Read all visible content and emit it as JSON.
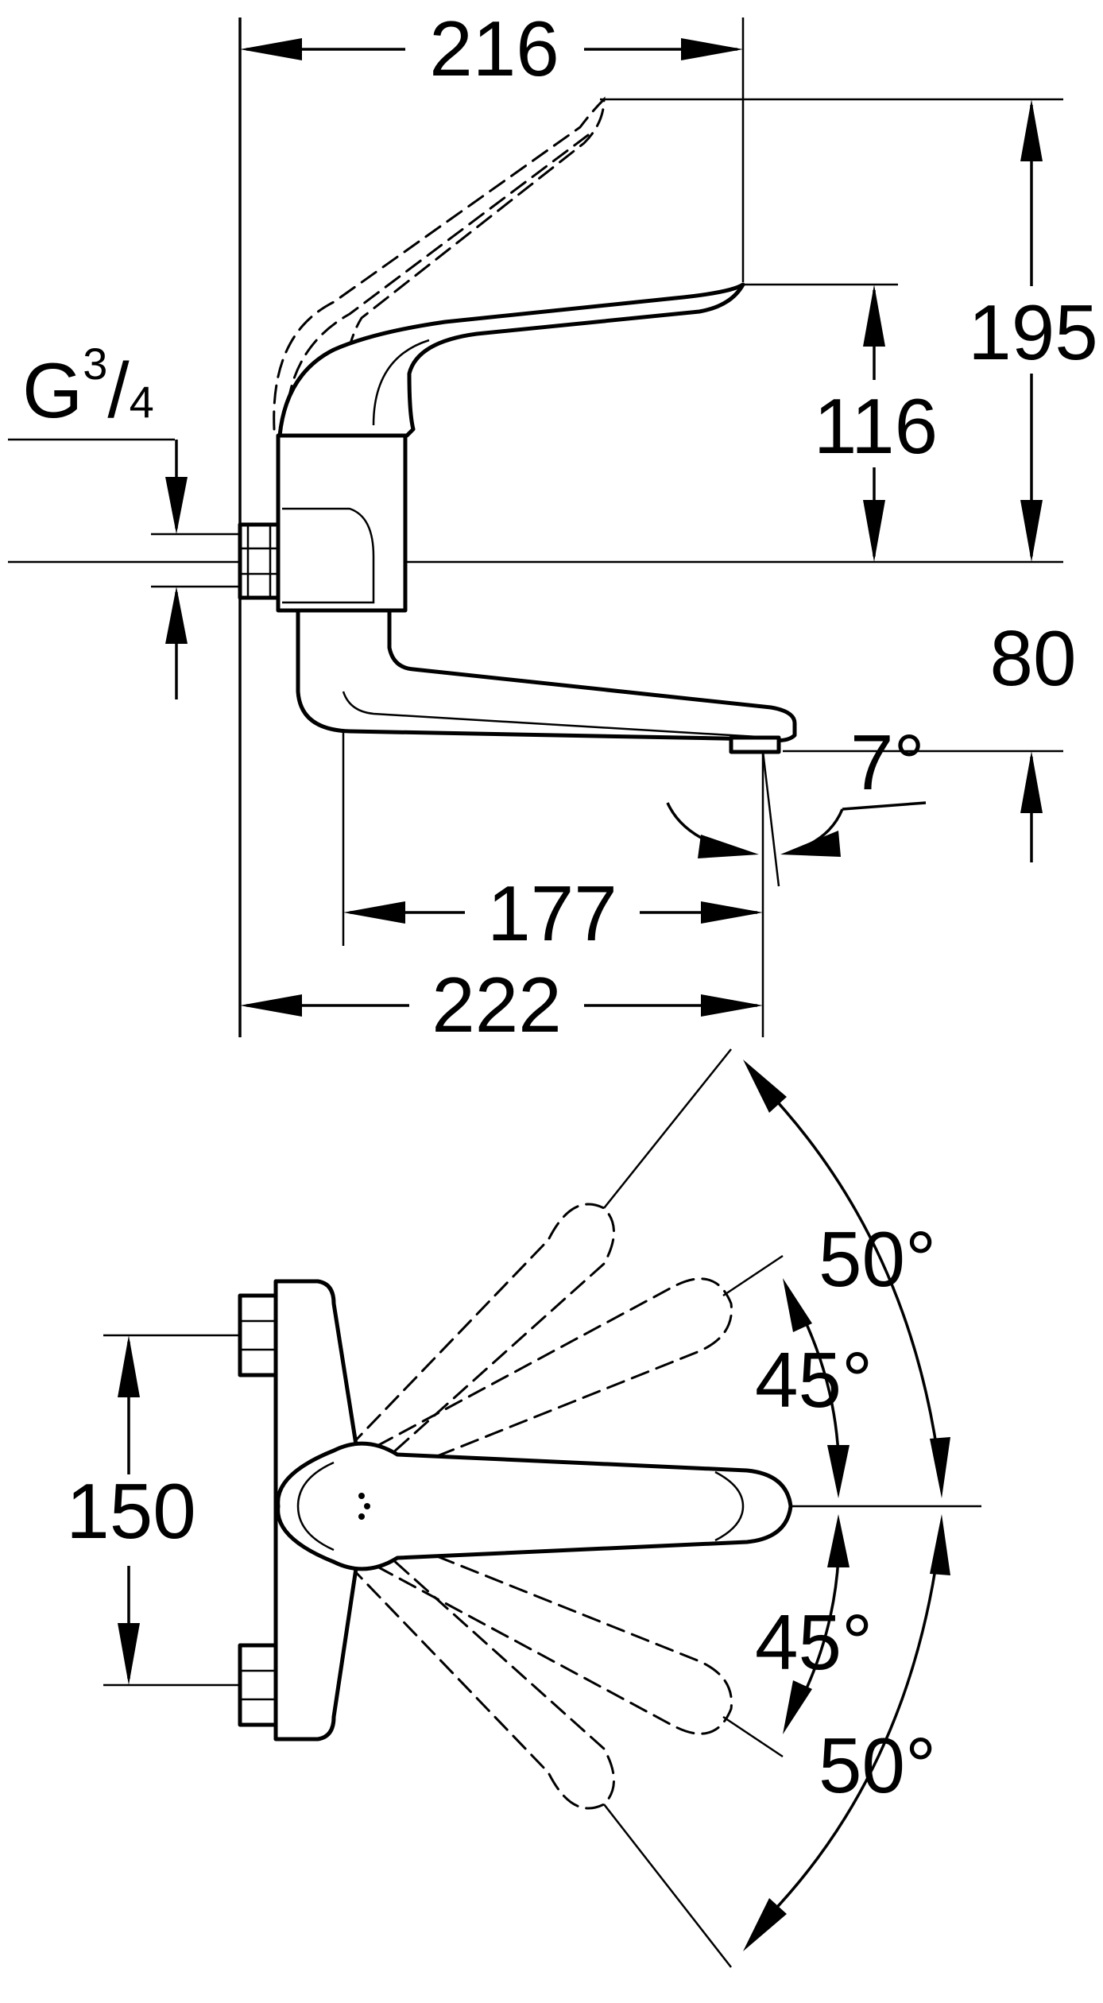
{
  "side_view": {
    "dimensions": {
      "width_top": "216",
      "height_total": "195",
      "height_lever": "116",
      "spout_drop": "80",
      "spout_angle": "7°",
      "spout_reach": "177",
      "width_total": "222"
    },
    "connection": {
      "thread_letter": "G",
      "thread_numerator": "3",
      "thread_slash": "/",
      "thread_denominator": "4"
    }
  },
  "top_view": {
    "center_distance": "150",
    "swing_angles": {
      "upper_outer": "50°",
      "upper_inner": "45°",
      "lower_inner": "45°",
      "lower_outer": "50°"
    }
  }
}
